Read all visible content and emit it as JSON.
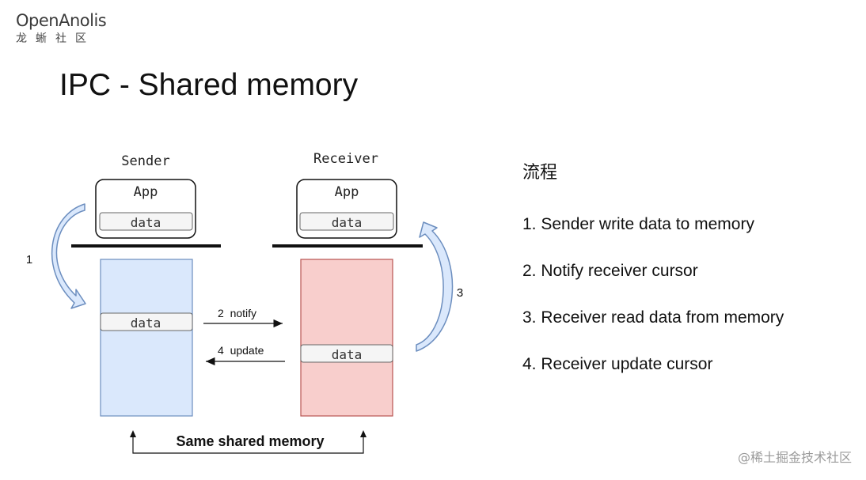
{
  "logo": {
    "main": "OpenAnolis",
    "sub": "龙蜥社区"
  },
  "title": "IPC - Shared memory",
  "diagram": {
    "sender_label": "Sender",
    "receiver_label": "Receiver",
    "app_label_sender": "App",
    "app_label_receiver": "App",
    "data_label_sender_app": "data",
    "data_label_receiver_app": "data",
    "data_label_sender_mem": "data",
    "data_label_receiver_mem": "data",
    "step1_marker": "1",
    "step3_marker": "3",
    "notify_label": "2  notify",
    "update_label": "4  update",
    "shared_label": "Same shared memory",
    "colors": {
      "sender_memory": "#dae8fc",
      "sender_memory_border": "#6c8ebf",
      "receiver_memory": "#f8cecc",
      "receiver_memory_border": "#b85450",
      "data_block": "#f5f5f5",
      "curved_arrow": "#6c8ebf"
    }
  },
  "steps": {
    "heading": "流程",
    "items": [
      "1. Sender write data to memory",
      "2. Notify receiver cursor",
      "3. Receiver read data from memory",
      "4. Receiver update cursor"
    ]
  },
  "watermark": "@稀土掘金技术社区"
}
